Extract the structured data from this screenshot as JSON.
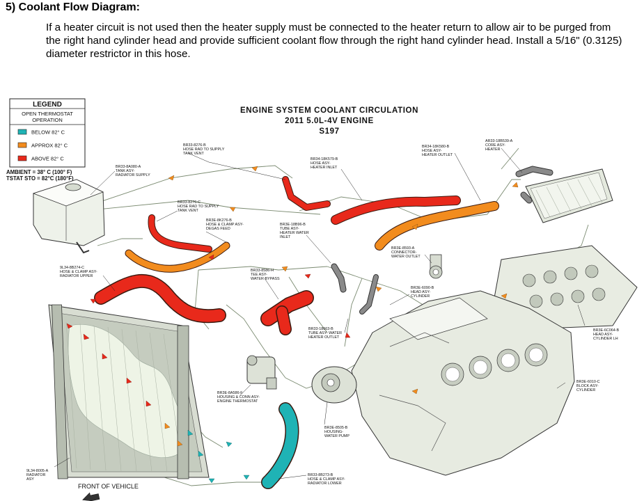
{
  "heading": "5) Coolant Flow Diagram:",
  "intro": "If a heater circuit is not used then the heater supply must be connected to the heater return to allow air to be purged from the right hand cylinder head and provide sufficient coolant flow through the right hand cylinder head. Install a 5/16\" (0.3125) diameter restrictor in this hose.",
  "diagram": {
    "title_line1": "ENGINE SYSTEM COOLANT CIRCULATION",
    "title_line2": "2011 5.0L-4V ENGINE",
    "title_line3": "S197",
    "legend": {
      "title": "LEGEND",
      "subtitle_line1": "OPEN THERMOSTAT",
      "subtitle_line2": "OPERATION",
      "items": [
        {
          "label": "BELOW 82° C",
          "color": "#1fb3b5"
        },
        {
          "label": "APPROX 82° C",
          "color": "#f28c1e"
        },
        {
          "label": "ABOVE 82° C",
          "color": "#e8291b"
        }
      ]
    },
    "ambient_line1": "AMBIENT = 38° C (100° F)",
    "ambient_line2": "TSTAT STO = 82°C (180°F)",
    "front_of_vehicle": "FRONT OF VEHICLE",
    "callouts": {
      "hose_rad_supply_1": [
        "BR33-8276-B",
        "HOSE RAD TO SUPPLY",
        "TANK VENT"
      ],
      "tank_asy": [
        "BR33-8A080-A",
        "TANK ASY-",
        "RADIATOR SUPPLY"
      ],
      "hose_rad_supply_2": [
        "BR33-8276-C",
        "HOSE RAD TO SUPPLY",
        "TANK VENT"
      ],
      "hose_clamp_degas": [
        "BR3E-8K276-B",
        "HOSE & CLAMP ASY-",
        "DEGAS FEED"
      ],
      "hose_heater_inlet": [
        "BR34-18K579-B",
        "HOSE ASY-",
        "HEATER INLET"
      ],
      "hose_heater_outlet": [
        "BR34-18K580-B",
        "HOSE ASY-",
        "HEATER OUTLET"
      ],
      "core_asy_heater": [
        "AR33-18B539-A",
        "CORE ASY-",
        "HEATER"
      ],
      "tube_heater_water_inlet": [
        "BR3E-18B96-B",
        "TUBE ASY-",
        "HEATER WATER",
        "INLET"
      ],
      "hose_radiator_upper": [
        "9L34-8B274-C",
        "HOSE & CLAMP ASY-",
        "RADIATOR UPPER"
      ],
      "tee_water_bypass": [
        "BR33-8586-H",
        "TEE ASY-",
        "WATER BYPASS"
      ],
      "connector_water_outlet": [
        "BR3E-8593-A",
        "CONNECTOR-",
        "WATER OUTLET"
      ],
      "head_cyl_rh": [
        "BR3E-6090-B",
        "HEAD ASY-",
        "CYLINDER"
      ],
      "tube_water_heater_outlet": [
        "BR33-18663-B",
        "TUBE ASY- WATER",
        "HEATER OUTLET"
      ],
      "head_cyl_lh": [
        "BR3E-6C064-B",
        "HEAD ASY-",
        "CYLINDER LH"
      ],
      "block_cyl": [
        "BR3E-6010-C",
        "BLOCK ASY-",
        "CYLINDER"
      ],
      "housing_thermostat": [
        "BR3E-8A586-F",
        "HOUSING & CONN ASY-",
        "ENGINE THERMOSTAT"
      ],
      "housing_water_pump": [
        "BR3E-8505-B",
        "HOUSING-",
        "WATER PUMP"
      ],
      "hose_radiator_lower": [
        "BR33-8B273-B",
        "HOSE & CLAMP ASY-",
        "RADIATOR LOWER"
      ],
      "radiator_asy": [
        "9L34-8005-A",
        "RADIATOR",
        "ASY"
      ]
    }
  }
}
